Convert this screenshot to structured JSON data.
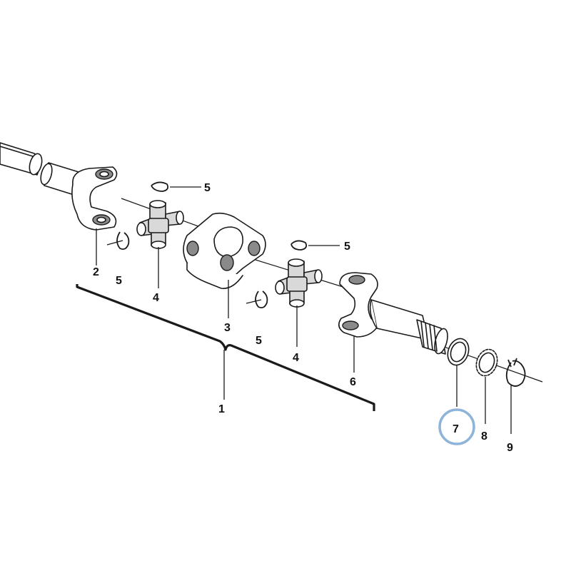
{
  "diagram": {
    "highlight_color": "#8fb4d9",
    "highlighted_callout": "7",
    "callouts": [
      {
        "id": "c1",
        "label": "1"
      },
      {
        "id": "c2",
        "label": "2"
      },
      {
        "id": "c3",
        "label": "3"
      },
      {
        "id": "c4a",
        "label": "4"
      },
      {
        "id": "c4b",
        "label": "4"
      },
      {
        "id": "c5a",
        "label": "5"
      },
      {
        "id": "c5b",
        "label": "5"
      },
      {
        "id": "c5c",
        "label": "5"
      },
      {
        "id": "c5d",
        "label": "5"
      },
      {
        "id": "c6",
        "label": "6"
      },
      {
        "id": "c7",
        "label": "7"
      },
      {
        "id": "c8",
        "label": "8"
      },
      {
        "id": "c9",
        "label": "9"
      }
    ]
  }
}
